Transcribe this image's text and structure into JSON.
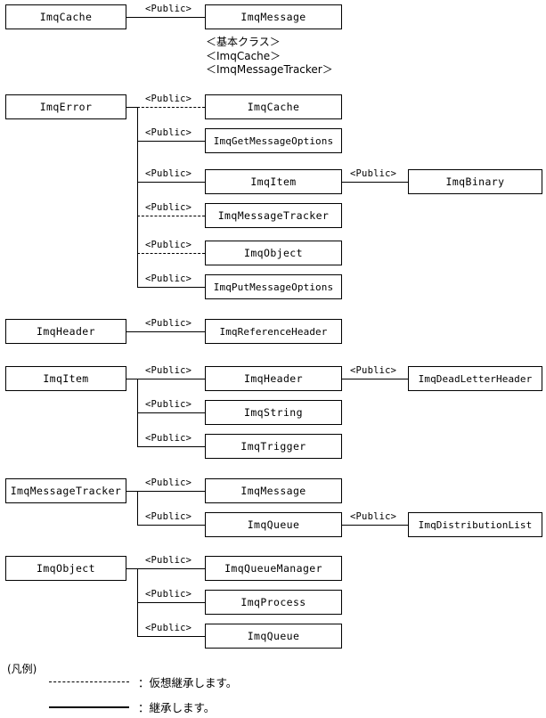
{
  "diagram": {
    "kind": "class-inheritance-diagram",
    "language": "ja",
    "edge_label_default": "<Public>",
    "note": {
      "lines": [
        "＜基本クラス＞",
        "＜ImqCache＞",
        "＜ImqMessageTracker＞"
      ]
    },
    "groups": [
      {
        "base": "ImqCache",
        "children": [
          {
            "name": "ImqMessage",
            "label": "<Public>",
            "style": "solid",
            "derived": []
          }
        ]
      },
      {
        "base": "ImqError",
        "children": [
          {
            "name": "ImqCache",
            "label": "<Public>",
            "style": "dashed",
            "derived": []
          },
          {
            "name": "ImqGetMessageOptions",
            "label": "<Public>",
            "style": "solid",
            "derived": []
          },
          {
            "name": "ImqItem",
            "label": "<Public>",
            "style": "solid",
            "derived": [
              {
                "name": "ImqBinary",
                "label": "<Public>",
                "style": "solid"
              }
            ]
          },
          {
            "name": "ImqMessageTracker",
            "label": "<Public>",
            "style": "dashed",
            "derived": []
          },
          {
            "name": "ImqObject",
            "label": "<Public>",
            "style": "dashed",
            "derived": []
          },
          {
            "name": "ImqPutMessageOptions",
            "label": "<Public>",
            "style": "solid",
            "derived": []
          }
        ]
      },
      {
        "base": "ImqHeader",
        "children": [
          {
            "name": "ImqReferenceHeader",
            "label": "<Public>",
            "style": "solid",
            "derived": []
          }
        ]
      },
      {
        "base": "ImqItem",
        "children": [
          {
            "name": "ImqHeader",
            "label": "<Public>",
            "style": "solid",
            "derived": [
              {
                "name": "ImqDeadLetterHeader",
                "label": "<Public>",
                "style": "solid"
              }
            ]
          },
          {
            "name": "ImqString",
            "label": "<Public>",
            "style": "solid",
            "derived": []
          },
          {
            "name": "ImqTrigger",
            "label": "<Public>",
            "style": "solid",
            "derived": []
          }
        ]
      },
      {
        "base": "ImqMessageTracker",
        "children": [
          {
            "name": "ImqMessage",
            "label": "<Public>",
            "style": "solid",
            "derived": []
          },
          {
            "name": "ImqQueue",
            "label": "<Public>",
            "style": "solid",
            "derived": [
              {
                "name": "ImqDistributionList",
                "label": "<Public>",
                "style": "solid"
              }
            ]
          }
        ]
      },
      {
        "base": "ImqObject",
        "children": [
          {
            "name": "ImqQueueManager",
            "label": "<Public>",
            "style": "solid",
            "derived": []
          },
          {
            "name": "ImqProcess",
            "label": "<Public>",
            "style": "solid",
            "derived": []
          },
          {
            "name": "ImqQueue",
            "label": "<Public>",
            "style": "solid",
            "derived": []
          }
        ]
      }
    ],
    "legend": {
      "title": "(凡例)",
      "entries": [
        {
          "style": "dashed",
          "text": "：仮想継承します。"
        },
        {
          "style": "solid",
          "text": "：継承します。"
        }
      ]
    },
    "colors": {
      "stroke": "#000000",
      "background": "#ffffff",
      "text": "#000000"
    }
  }
}
